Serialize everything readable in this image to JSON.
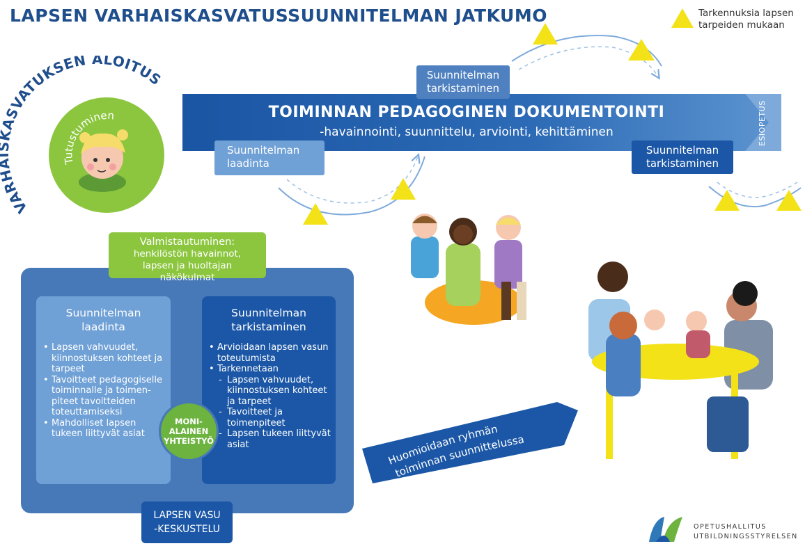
{
  "title": "LAPSEN VARHAISKASVATUSSUUNNITELMAN JATKUMO",
  "legend": {
    "text": "Tarkennuksia lapsen tarpeiden mukaan",
    "color": "#f3e218"
  },
  "band": {
    "title": "TOIMINNAN PEDAGOGINEN DOKUMENTOINTI",
    "subtitle": "-havainnointi, suunnittelu, arviointi, kehittäminen",
    "esiopetus": "ESIOPETUS"
  },
  "tags": {
    "top_review": "Suunnitelman tarkistaminen",
    "left_draft": "Suunnitelman laadinta",
    "right_review": "Suunnitelman tarkistaminen"
  },
  "start": {
    "arc_label": "VARHAISKASVATUKSEN ALOITUS",
    "circle_label": "Tutustuminen"
  },
  "preparation": {
    "title": "Valmistautuminen:",
    "text": "henkilöstön havainnot, lapsen ja huoltajan näkökulmat"
  },
  "draft_box": {
    "title": "Suunnitelman laadinta",
    "items": [
      "Lapsen vahvuudet, kiinnostuksen kohteet ja tarpeet",
      "Tavoitteet pedagogiselle toiminnalle ja toimen-piteet tavoitteiden toteuttamiseksi",
      "Mahdolliset lapsen tukeen liittyvät asiat"
    ]
  },
  "review_box": {
    "title": "Suunnitelman tarkistaminen",
    "items": [
      {
        "text": "Arvioidaan lapsen vasun toteutumista",
        "sub": false
      },
      {
        "text": "Tarkennetaan",
        "sub": false
      },
      {
        "text": "Lapsen vahvuudet, kiinnostuksen kohteet ja tarpeet",
        "sub": true
      },
      {
        "text": "Tavoitteet ja toimenpiteet",
        "sub": true
      },
      {
        "text": "Lapsen tukeen liittyvät asiat",
        "sub": true
      }
    ]
  },
  "multi": {
    "line1": "MONI-",
    "line2": "ALAINEN",
    "line3": "YHTEISTYÖ"
  },
  "vasu": {
    "line1": "LAPSEN VASU",
    "line2": "-KESKUSTELU"
  },
  "group_arrow": {
    "line1": "Huomioidaan ryhmän",
    "line2": "toiminnan suunnittelussa"
  },
  "logo": {
    "line1": "OPETUSHALLITUS",
    "line2": "UTBILDNINGSSTYRELSEN"
  },
  "colors": {
    "dark_blue": "#1b57a6",
    "mid_blue": "#4778b7",
    "light_blue": "#6fa0d6",
    "green": "#8cc63f",
    "yellow": "#f3e218"
  }
}
